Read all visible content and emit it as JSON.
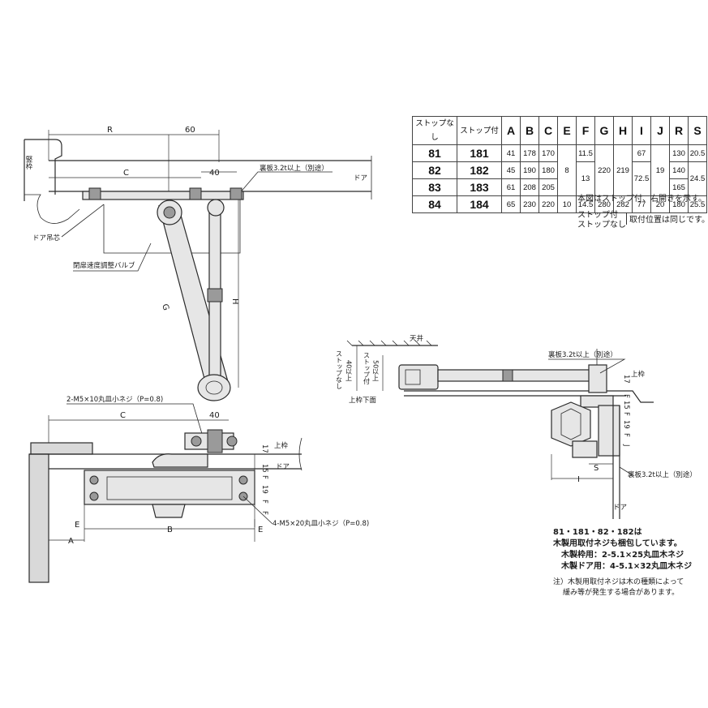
{
  "front_view": {
    "dim_R": "R",
    "dim_60": "60",
    "dim_C": "C",
    "dim_40": "40",
    "backplate_label": "裏板3.2t以上（別途）",
    "door_label": "ドア",
    "jamb_label": "竪枠",
    "pivot_label": "ドア吊芯",
    "valve_label": "閉扉速度調整バルブ",
    "dim_G": "G",
    "dim_H": "H"
  },
  "plan_view": {
    "screw_top_label": "2-M5×10丸皿小ネジ（P=0.8)",
    "dim_C": "C",
    "dim_40": "40",
    "frame_label": "上枠",
    "door_label": "ドア",
    "screw_bottom_label": "4-M5×20丸皿小ネジ（P=0.8)",
    "dim_F_top": "F",
    "dim_15": "15",
    "dim_17": "17",
    "dim_F_body": "F",
    "dim_19": "19",
    "dim_F_body2": "F",
    "dim_A": "A",
    "dim_B": "B",
    "dim_E_left": "E",
    "dim_E_right": "E"
  },
  "side_view": {
    "ceiling_label": "天井",
    "stop_none": "ストップなし",
    "stop_40": "40以上",
    "stop_with": "ストップ付",
    "stop_50": "50以上",
    "frame_bottom": "上枠下面",
    "backplate_top": "裏板3.2t以上（別途）",
    "frame_label": "上枠",
    "dim_17": "17",
    "dim_F1": "F",
    "dim_15": "15",
    "dim_F2": "F",
    "dim_19": "19",
    "dim_F3": "F",
    "dim_J": "J",
    "dim_S": "S",
    "dim_I": "I",
    "backplate_bottom": "裏板3.2t以上（別途）",
    "door_label": "ドア"
  },
  "table": {
    "headers": [
      "ストップなし",
      "ストップ付",
      "A",
      "B",
      "C",
      "E",
      "F",
      "G",
      "H",
      "I",
      "J",
      "R",
      "S"
    ],
    "rows": [
      {
        "no_stop": "81",
        "with_stop": "181",
        "A": "41",
        "B": "178",
        "C": "170"
      },
      {
        "no_stop": "82",
        "with_stop": "182",
        "A": "45",
        "B": "190",
        "C": "180"
      },
      {
        "no_stop": "83",
        "with_stop": "183",
        "A": "61",
        "B": "208",
        "C": "205"
      },
      {
        "no_stop": "84",
        "with_stop": "184",
        "A": "65",
        "B": "230",
        "C": "220"
      }
    ],
    "E_shared": "8",
    "E_84": "10",
    "F_81": "11.5",
    "F_shared": "13",
    "F_84": "14.5",
    "G_shared": "220",
    "G_84": "280",
    "H_shared": "219",
    "H_84": "282",
    "I_81": "67",
    "I_shared": "72.5",
    "I_84": "77",
    "J_shared": "19",
    "J_84": "20",
    "R_81": "130",
    "R_82": "140",
    "R_83": "165",
    "R_84": "180",
    "S_81": "20.5",
    "S_shared": "24.5",
    "S_84": "25.5"
  },
  "notes": {
    "table_note": "本図はストップ付、右開きを示す。",
    "mount_a": "ストップ付",
    "mount_b": "ストップなし",
    "mount_c": "取付位置は同じです。",
    "pack_title": "81・181・82・182は",
    "pack_line": "木製用取付ネジも梱包しています。",
    "wood_frame": "木製枠用：2-5.1×25丸皿木ネジ",
    "wood_door": "木製ドア用：4-5.1×32丸皿木ネジ",
    "caution_1": "注）木製用取付ネジは木の種類によって",
    "caution_2": "緩み等が発生する場合があります。"
  }
}
